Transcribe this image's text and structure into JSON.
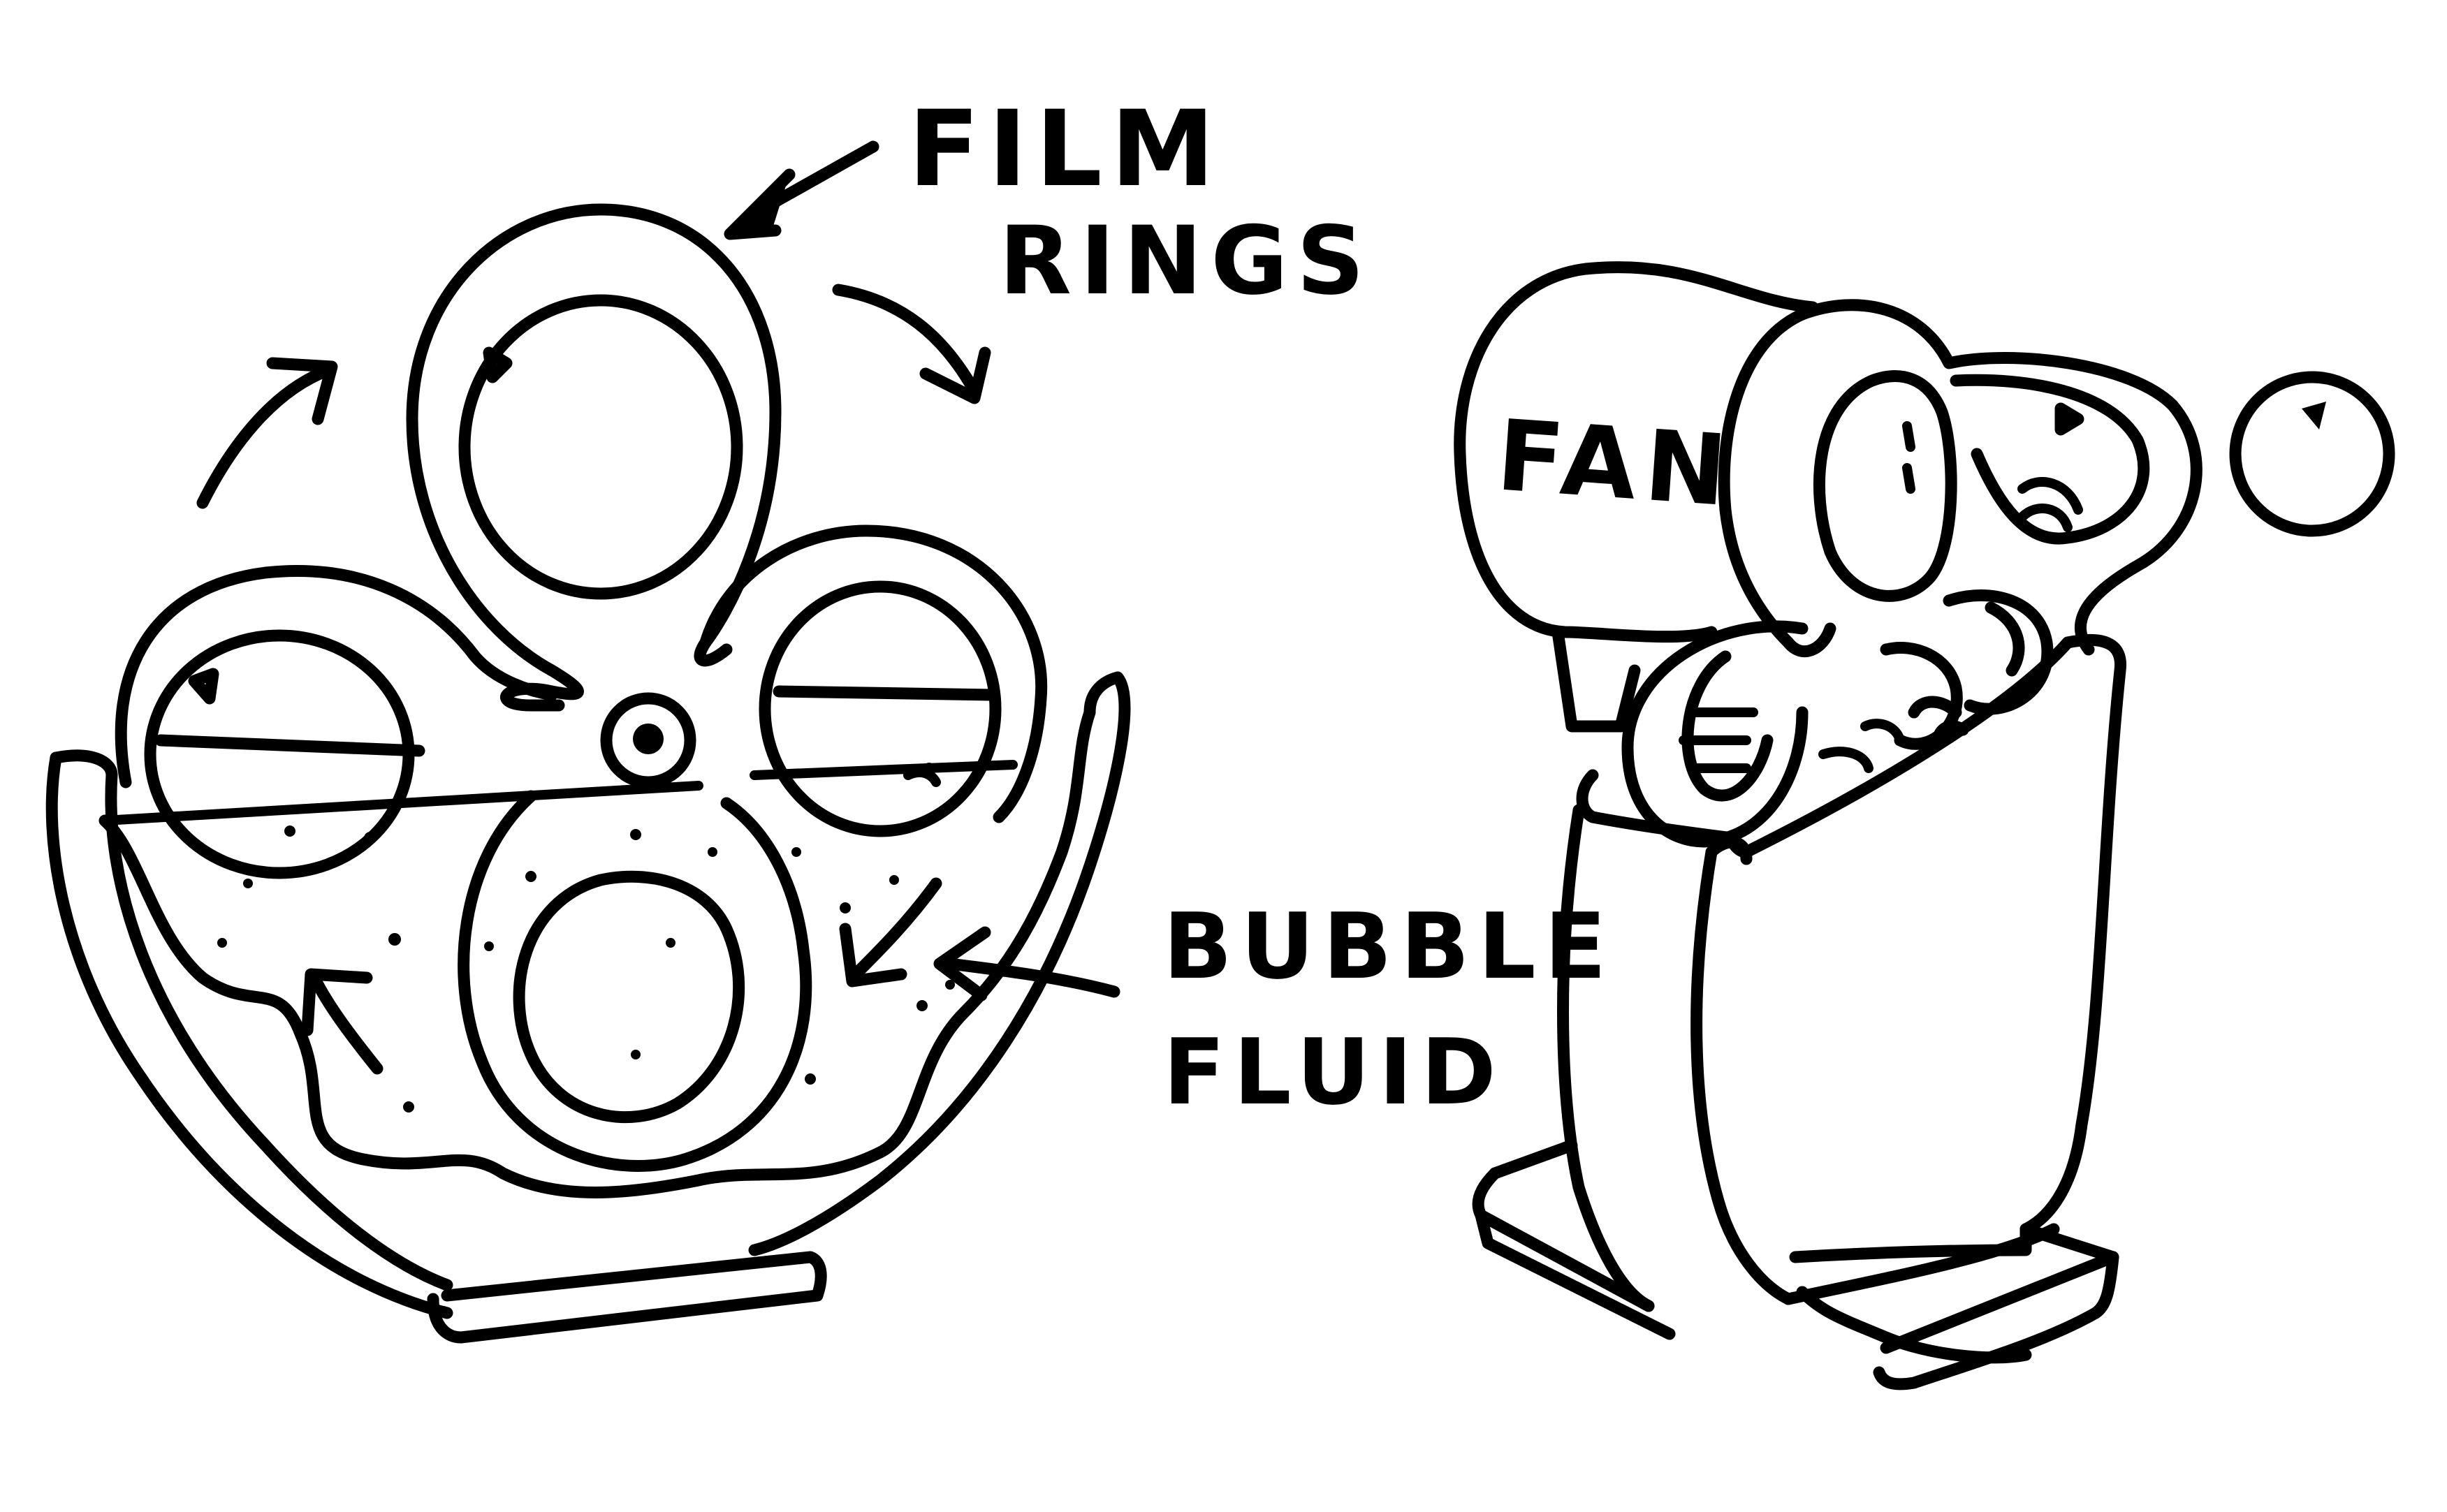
{
  "labels": {
    "film_rings_line1": "FILM",
    "film_rings_line2": "RINGS",
    "bubble_fluid_line1": "BUBBLE",
    "bubble_fluid_line2": "FLUID",
    "fan": "FAN"
  },
  "colors": {
    "ink": "#000000",
    "paper": "#ffffff"
  }
}
